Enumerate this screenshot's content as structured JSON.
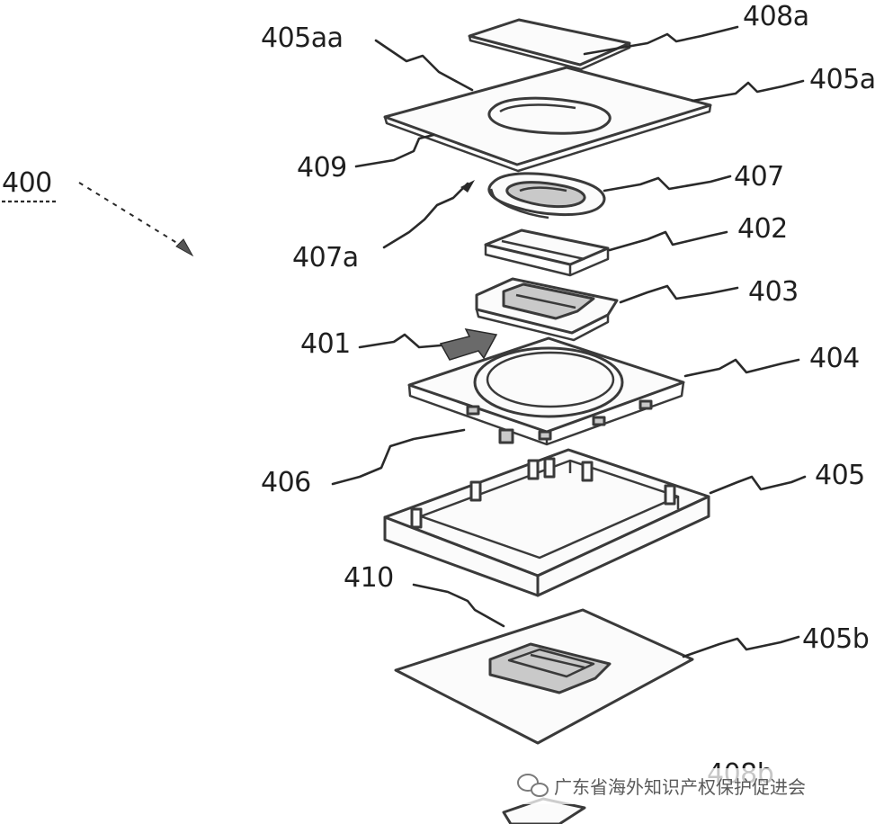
{
  "figure": {
    "labels": {
      "l400": "400",
      "l401": "401",
      "l402": "402",
      "l403": "403",
      "l404": "404",
      "l405": "405",
      "l405a": "405a",
      "l405aa": "405aa",
      "l405b": "405b",
      "l406": "406",
      "l407": "407",
      "l407a": "407a",
      "l408a": "408a",
      "l408b": "408b",
      "l409": "409",
      "l410": "410"
    },
    "watermark": "广东省海外知识产权保护促进会",
    "watermark_icon": "wechat-icon"
  }
}
